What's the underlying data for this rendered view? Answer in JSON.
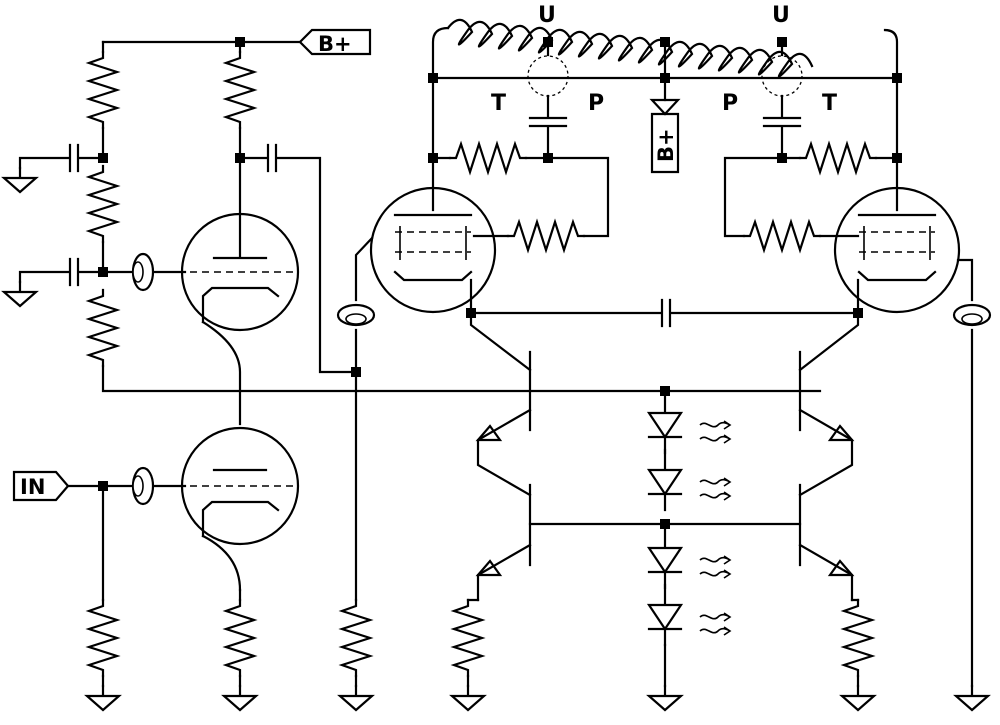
{
  "labels": {
    "input": "IN",
    "supply_top": "B+",
    "supply_center": "B+",
    "u_left": "U",
    "u_right": "U",
    "t_left": "T",
    "p_left": "P",
    "p_right": "P",
    "t_right": "T"
  }
}
